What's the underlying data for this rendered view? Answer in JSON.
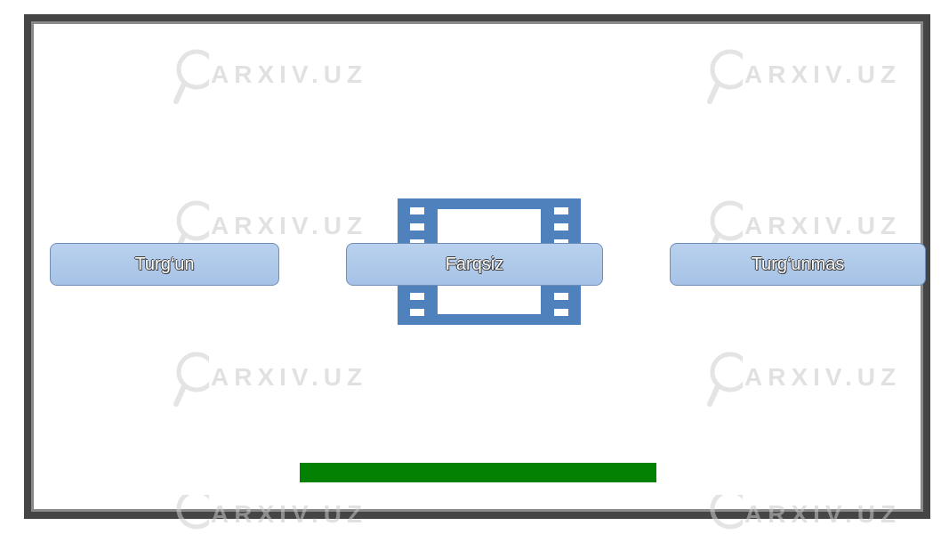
{
  "watermark": {
    "text": "ARXIV.UZ"
  },
  "boxes": {
    "left": "Turg‘un",
    "center": "Farqsiz",
    "right": "Turg‘unmas"
  },
  "colors": {
    "frame": "#454545",
    "pill": "#a6c2e6",
    "film": "#4f81bd",
    "bar": "#028102"
  },
  "icons": [
    "film-strip-icon",
    "magnifier-icon"
  ]
}
